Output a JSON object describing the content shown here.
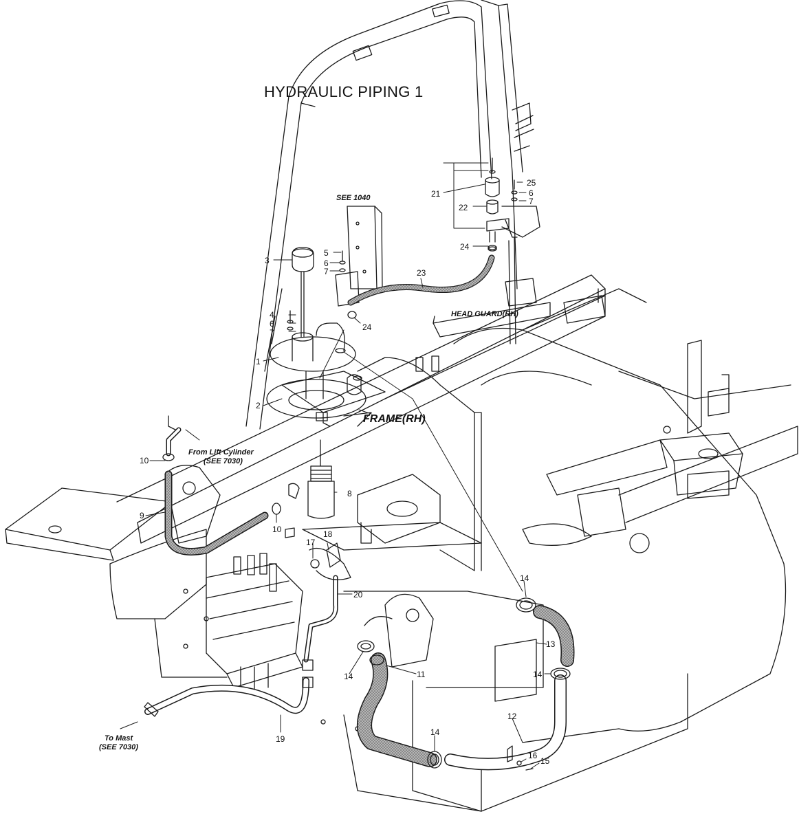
{
  "title": "HYDRAULIC PIPING 1",
  "notes": {
    "see_1040": "SEE 1040",
    "head_guard": "HEAD GUARD(RH)",
    "frame": "FRAME(RH)",
    "from_lift_cylinder": "From Lift Cylinder",
    "see_7030_a": "(SEE 7030)",
    "to_mast": "To Mast",
    "see_7030_b": "(SEE 7030)"
  },
  "callouts": {
    "p1": "1",
    "p2": "2",
    "p3": "3",
    "p4": "4",
    "p5": "5",
    "p6a": "6",
    "p6b": "6",
    "p6c": "6",
    "p7a": "7",
    "p7b": "7",
    "p7c": "7",
    "p8": "8",
    "p9": "9",
    "p10a": "10",
    "p10b": "10",
    "p11": "11",
    "p12": "12",
    "p13": "13",
    "p14a": "14",
    "p14b": "14",
    "p14c": "14",
    "p14d": "14",
    "p15": "15",
    "p16": "16",
    "p17": "17",
    "p18": "18",
    "p19": "19",
    "p20": "20",
    "p21": "21",
    "p22": "22",
    "p23": "23",
    "p24a": "24",
    "p24b": "24",
    "p25": "25"
  },
  "colors": {
    "line": "#1a1a1a",
    "hose_fill": "#9a9a9a",
    "background": "#ffffff"
  }
}
